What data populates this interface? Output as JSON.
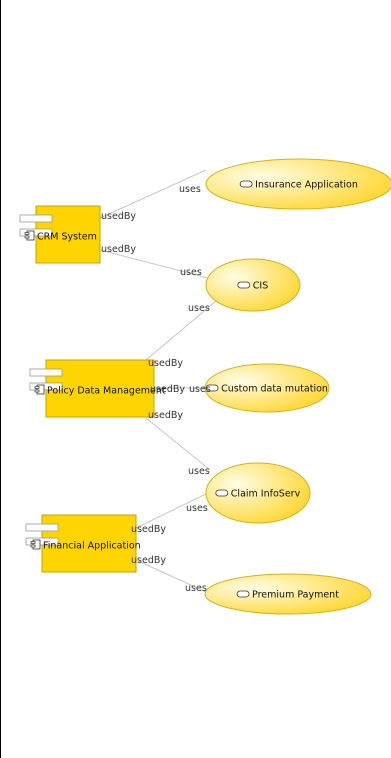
{
  "colors": {
    "component_fill": "#FFD500",
    "component_stroke": "#C8A200",
    "service_fill_light": "#FFFDE6",
    "service_fill_dark": "#FFD21A",
    "service_stroke": "#D4B21E",
    "edge": "#C8C8C8",
    "border": "#000000"
  },
  "components": [
    {
      "id": "crm",
      "label": "CRM System",
      "icon": "component-icon"
    },
    {
      "id": "pdm",
      "label": "Policy Data Management",
      "icon": "component-icon"
    },
    {
      "id": "fin",
      "label": "Financial Application",
      "icon": "component-icon"
    }
  ],
  "services": [
    {
      "id": "ins",
      "label": "Insurance Application",
      "icon": "service-icon"
    },
    {
      "id": "cis",
      "label": "CIS",
      "icon": "service-icon"
    },
    {
      "id": "cdm",
      "label": "Custom data mutation",
      "icon": "service-icon"
    },
    {
      "id": "cli",
      "label": "Claim InfoServ",
      "icon": "service-icon"
    },
    {
      "id": "pre",
      "label": "Premium Payment",
      "icon": "service-icon"
    }
  ],
  "relations": [
    {
      "from": "crm",
      "to": "ins",
      "source_label": "usedBy",
      "target_label": "uses"
    },
    {
      "from": "crm",
      "to": "cis",
      "source_label": "usedBy",
      "target_label": "uses"
    },
    {
      "from": "pdm",
      "to": "cis",
      "source_label": "usedBy",
      "target_label": "uses"
    },
    {
      "from": "pdm",
      "to": "cdm",
      "source_label": "usedBy",
      "target_label": "uses"
    },
    {
      "from": "pdm",
      "to": "cli",
      "source_label": "usedBy",
      "target_label": "uses"
    },
    {
      "from": "fin",
      "to": "cli",
      "source_label": "usedBy",
      "target_label": "uses"
    },
    {
      "from": "fin",
      "to": "pre",
      "source_label": "usedBy",
      "target_label": "uses"
    }
  ]
}
